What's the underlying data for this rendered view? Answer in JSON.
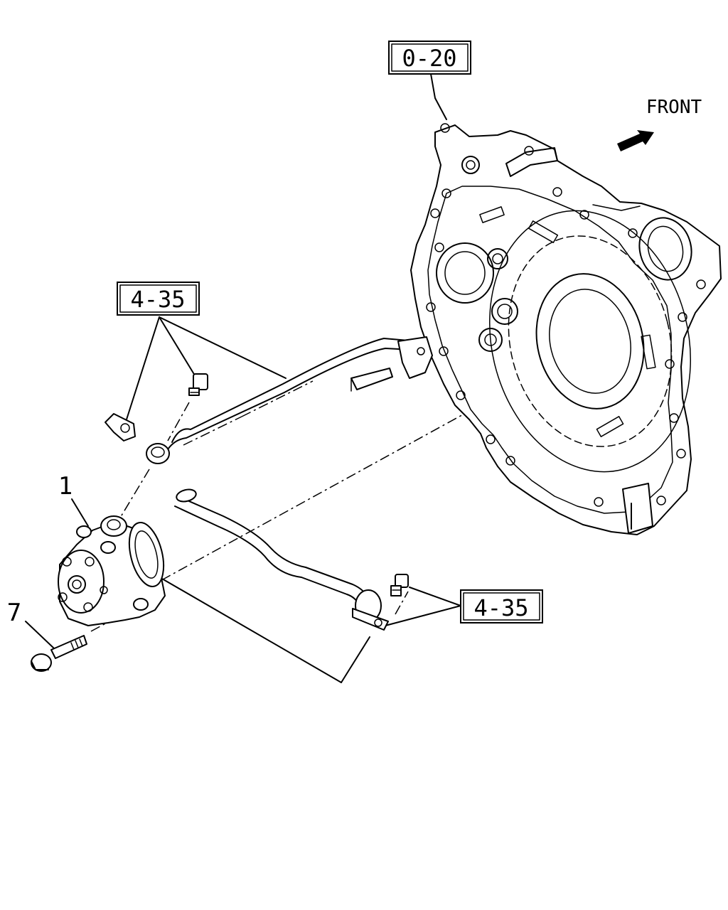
{
  "references": {
    "ref_0_20": "0-20",
    "ref_4_35_upper": "4-35",
    "ref_4_35_lower": "4-35"
  },
  "callouts": {
    "part_1": "1",
    "part_7": "7"
  },
  "direction": {
    "label": "FRONT"
  }
}
